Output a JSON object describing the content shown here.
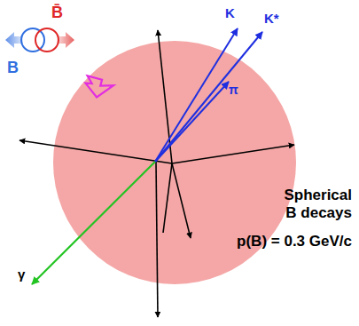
{
  "diagram": {
    "labels": [
      "B̄",
      "B",
      "K",
      "K*",
      "π",
      "γ",
      "Spherical B decays",
      "p(B) = 0.3 GeV/c"
    ]
  }
}
